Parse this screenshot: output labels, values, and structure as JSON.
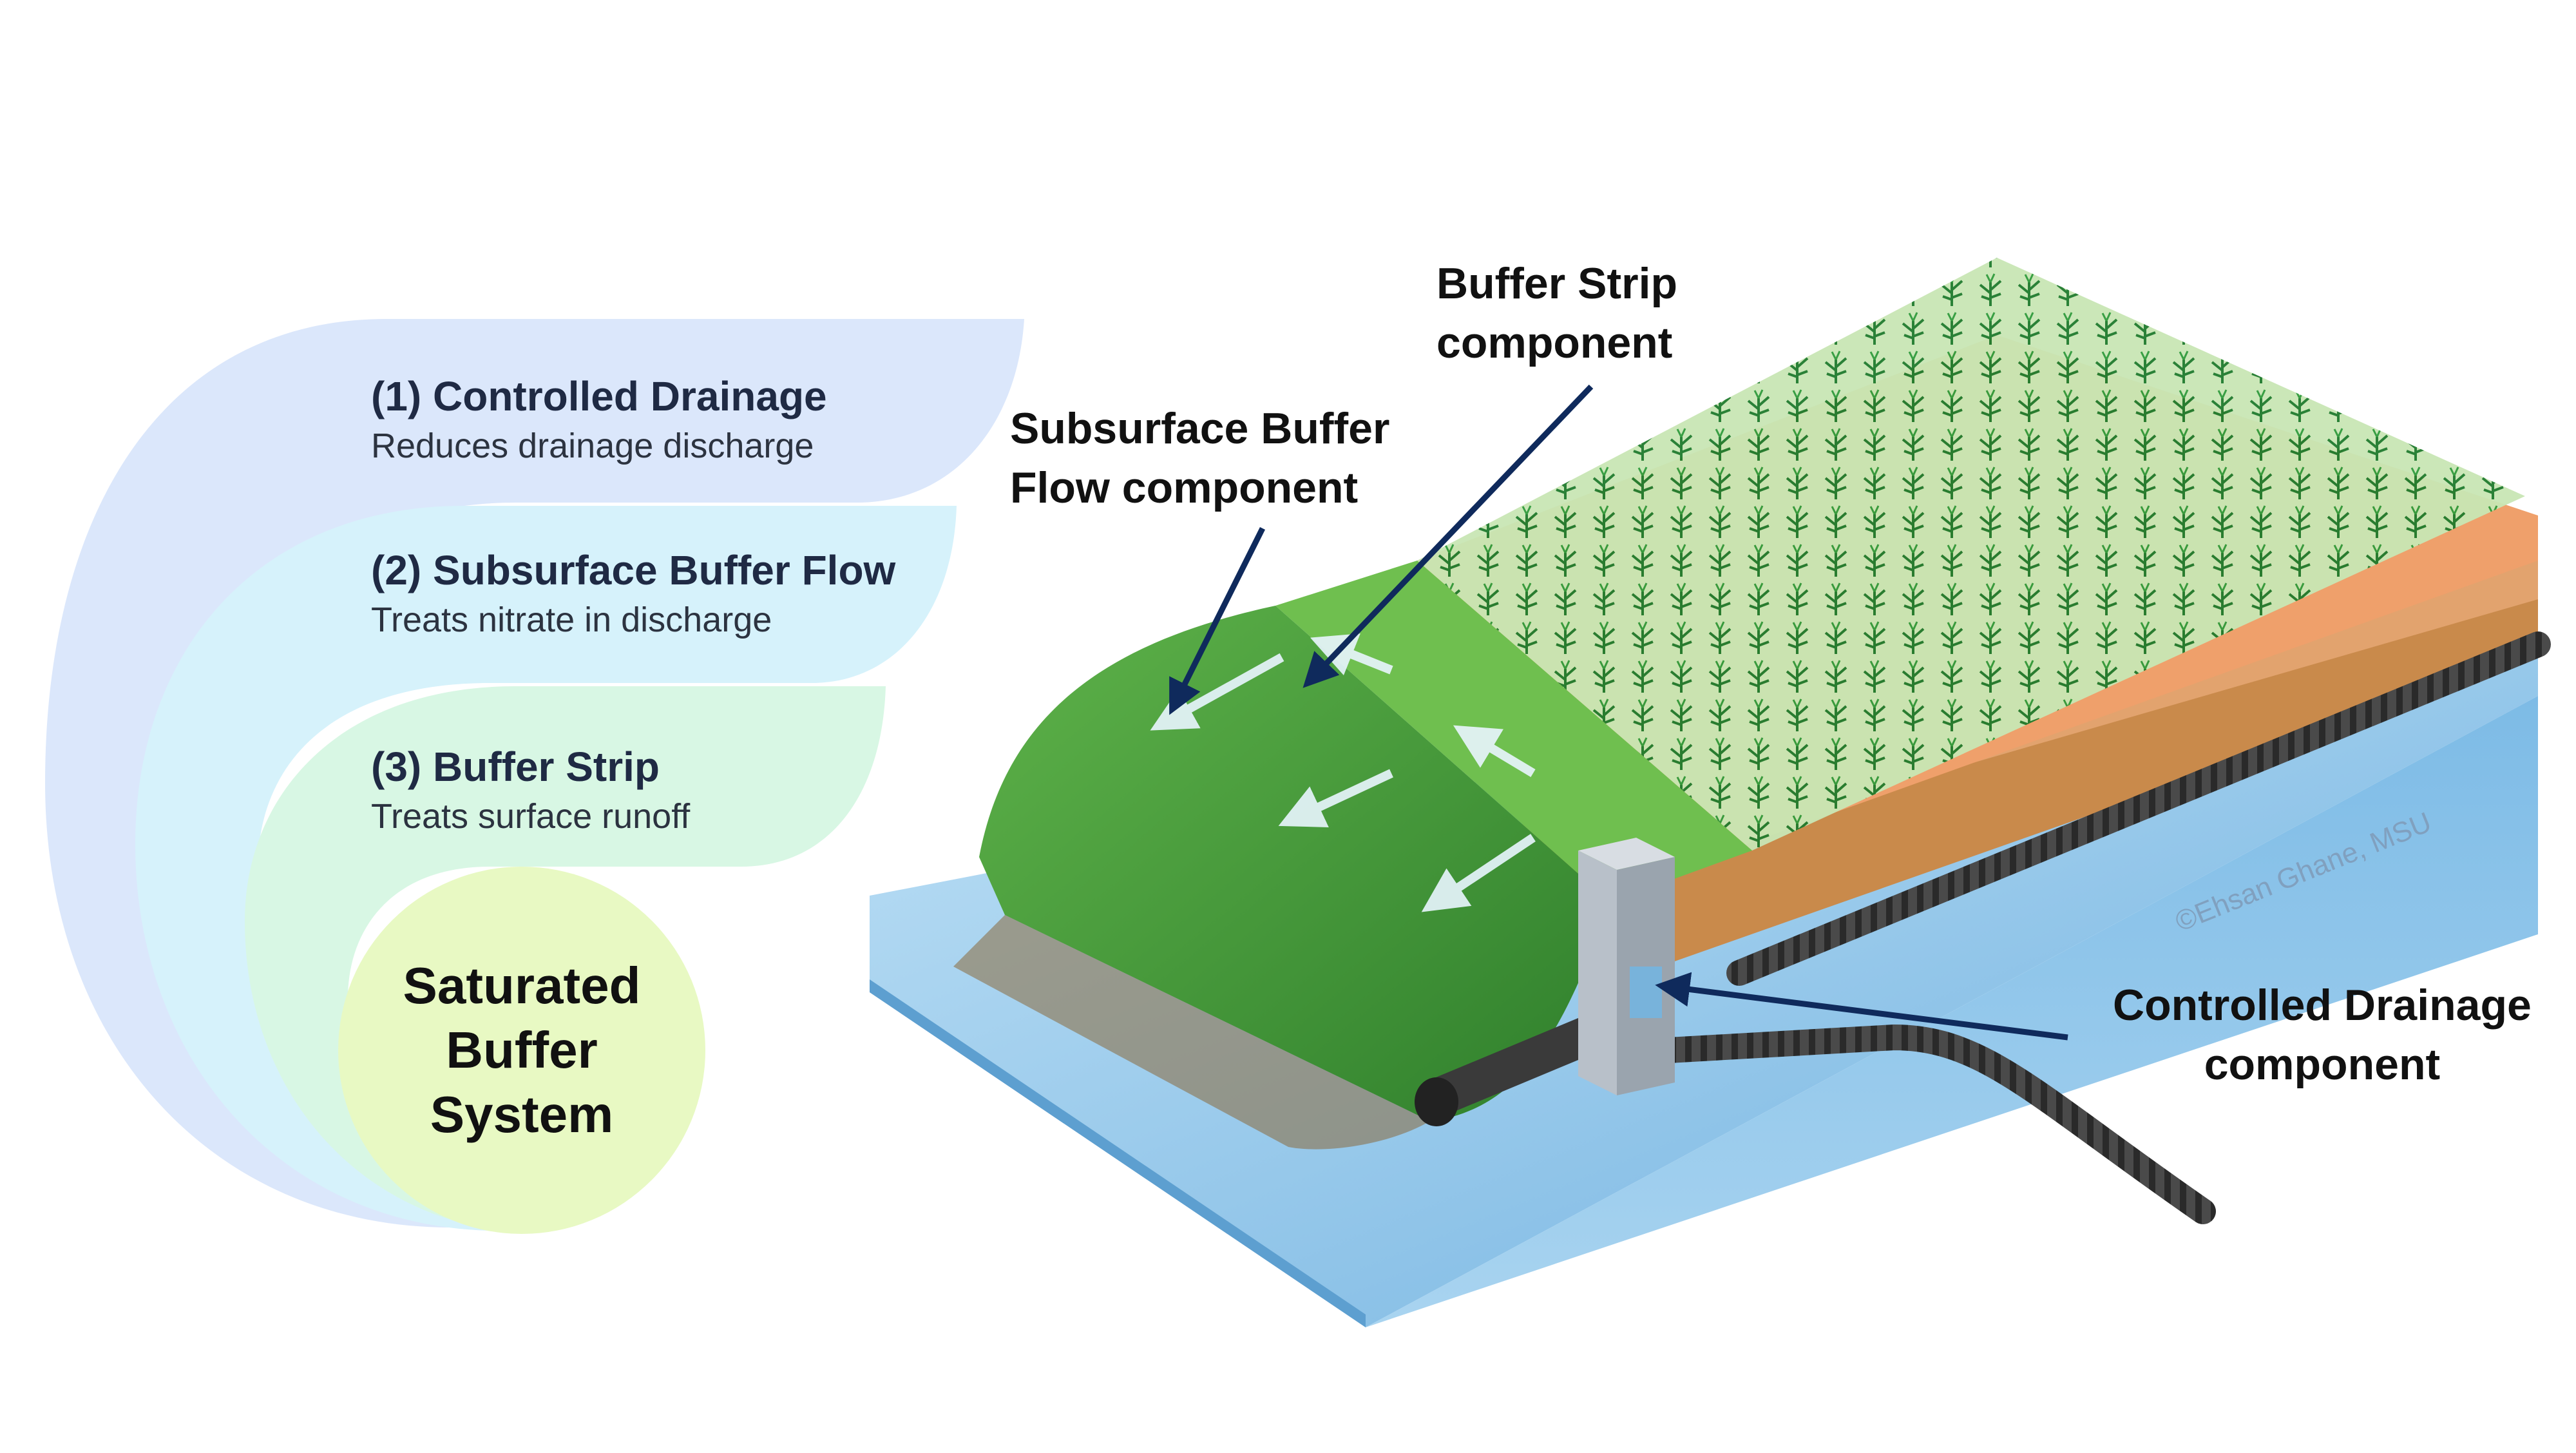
{
  "legend": {
    "items": [
      {
        "title": "(1) Controlled Drainage",
        "desc": "Reduces drainage discharge",
        "color": "#dbe7fb"
      },
      {
        "title": "(2) Subsurface Buffer Flow",
        "desc": "Treats nitrate in discharge",
        "color": "#d6f2fb"
      },
      {
        "title": "(3) Buffer Strip",
        "desc": "Treats surface runoff",
        "color": "#d8f7e4"
      }
    ],
    "core": {
      "label": "Saturated\nBuffer\nSystem",
      "color": "#e8f9c3"
    }
  },
  "callouts": {
    "buffer_strip": "Buffer Strip\ncomponent",
    "subsurface_flow": "Subsurface Buffer\nFlow component",
    "controlled_drainage": "Controlled Drainage\ncomponent"
  },
  "credit": "©Ehsan Ghane, MSU",
  "colors": {
    "water": "#8fc3e6",
    "soil": "#efa06b",
    "grass": "#3f9e3a",
    "crop": "#2e8b3a",
    "pipe": "#3a3a3a",
    "arrow": "#0f2a5c"
  }
}
